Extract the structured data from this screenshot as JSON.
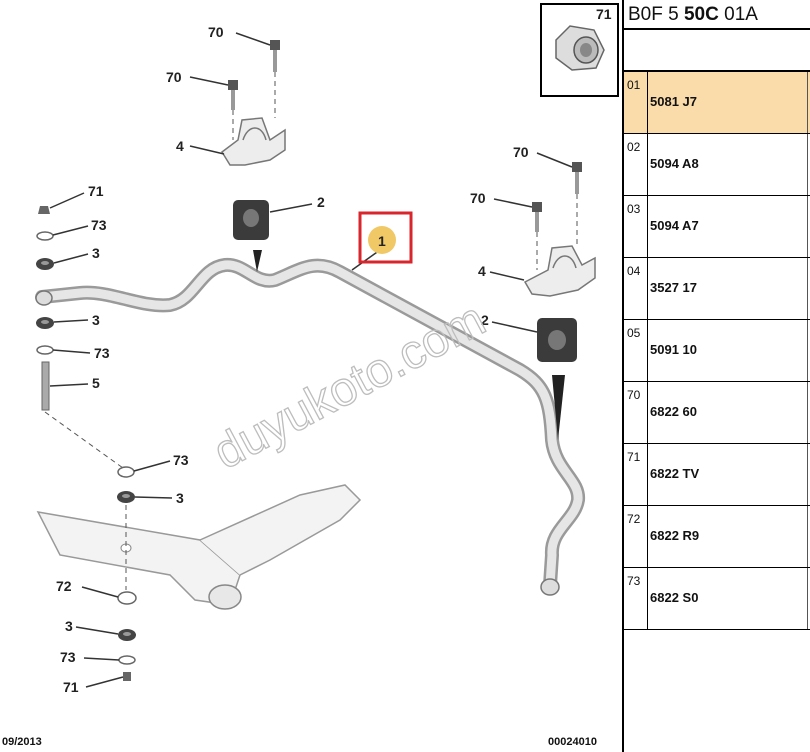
{
  "header": {
    "prefix": "B0F 5 ",
    "bold": "50C",
    "suffix": " 01A"
  },
  "inset_label": "71",
  "labels": {
    "l70a": "70",
    "l70b": "70",
    "l4a": "4",
    "l2a": "2",
    "l1": "1",
    "l70c": "70",
    "l70d": "70",
    "l4b": "4",
    "l2b": "2",
    "l71a": "71",
    "l73a": "73",
    "l3a": "3",
    "l3b": "3",
    "l73b": "73",
    "l5": "5",
    "l73c": "73",
    "l3c": "3",
    "l72": "72",
    "l3d": "3",
    "l73d": "73",
    "l71b": "71"
  },
  "watermark": "duyukoto.com",
  "footer": {
    "date": "09/2013",
    "ref": "00024010"
  },
  "parts": [
    {
      "idx": "01",
      "code": "5081 J7",
      "selected": true
    },
    {
      "idx": "02",
      "code": "5094 A8"
    },
    {
      "idx": "03",
      "code": "5094 A7"
    },
    {
      "idx": "04",
      "code": "3527 17"
    },
    {
      "idx": "05",
      "code": "5091 10"
    },
    {
      "idx": "70",
      "code": "6822 60"
    },
    {
      "idx": "71",
      "code": "6822 TV"
    },
    {
      "idx": "72",
      "code": "6822 R9"
    },
    {
      "idx": "73",
      "code": "6822 S0"
    }
  ],
  "colors": {
    "highlight_box": "#d9262c",
    "selected_row": "#f9dcaa",
    "callout_1": "#f1c866"
  }
}
